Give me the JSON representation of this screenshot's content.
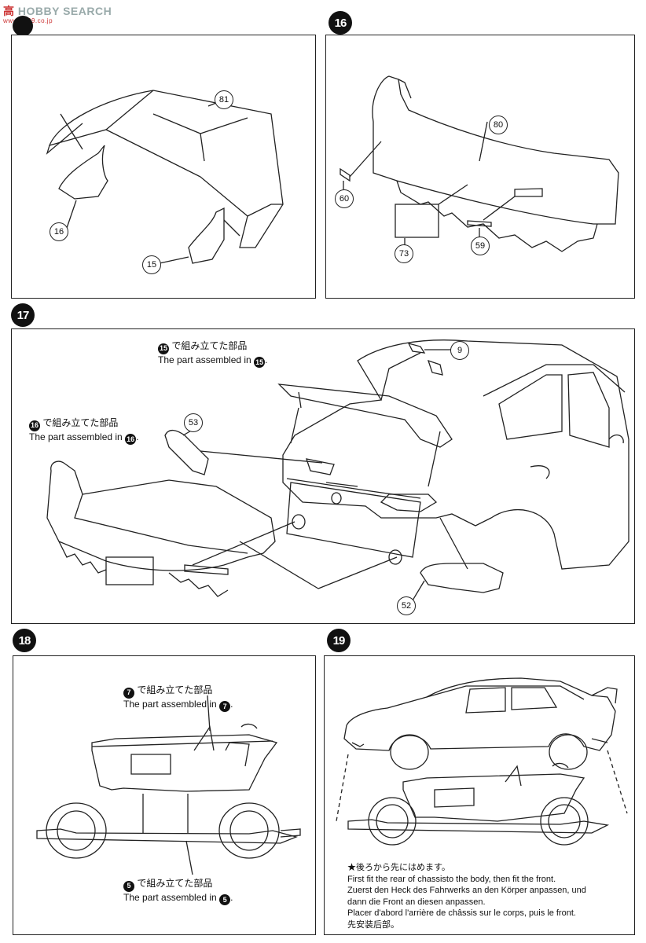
{
  "watermark": {
    "brand_left": "高",
    "brand_site": "HOBBY SEARCH",
    "sub": "www.1999.co.jp"
  },
  "steps": {
    "s15_partial": "",
    "s16": "16",
    "s17": "17",
    "s18": "18",
    "s19": "19"
  },
  "panel_15": {
    "callouts": [
      "81",
      "16",
      "15"
    ]
  },
  "panel_16": {
    "callouts": [
      "80",
      "60",
      "73",
      "59"
    ]
  },
  "panel_17": {
    "note_15_ja": "で組み立てた部品",
    "note_15_en": "The part assembled in",
    "note_15_ref": "15",
    "note_16_ja": "で組み立てた部品",
    "note_16_en": "The part assembled in",
    "note_16_ref": "16",
    "callouts": [
      "9",
      "53",
      "52"
    ]
  },
  "panel_18": {
    "note_7_ja": "で組み立てた部品",
    "note_7_en": "The part assembled in",
    "note_7_ref": "7",
    "note_5_ja": "で組み立てた部品",
    "note_5_en": "The part assembled in",
    "note_5_ref": "5"
  },
  "panel_19": {
    "instructions": [
      "★後ろから先にはめます。",
      "First fit the rear of chassisto the body, then fit the front.",
      "Zuerst den Heck des Fahrwerks an den Körper anpassen, und",
      "dann die Front an diesen anpassen.",
      "Placer d'abord l'arrière de châssis sur le corps, puis le front.",
      "先安装后部。"
    ]
  }
}
